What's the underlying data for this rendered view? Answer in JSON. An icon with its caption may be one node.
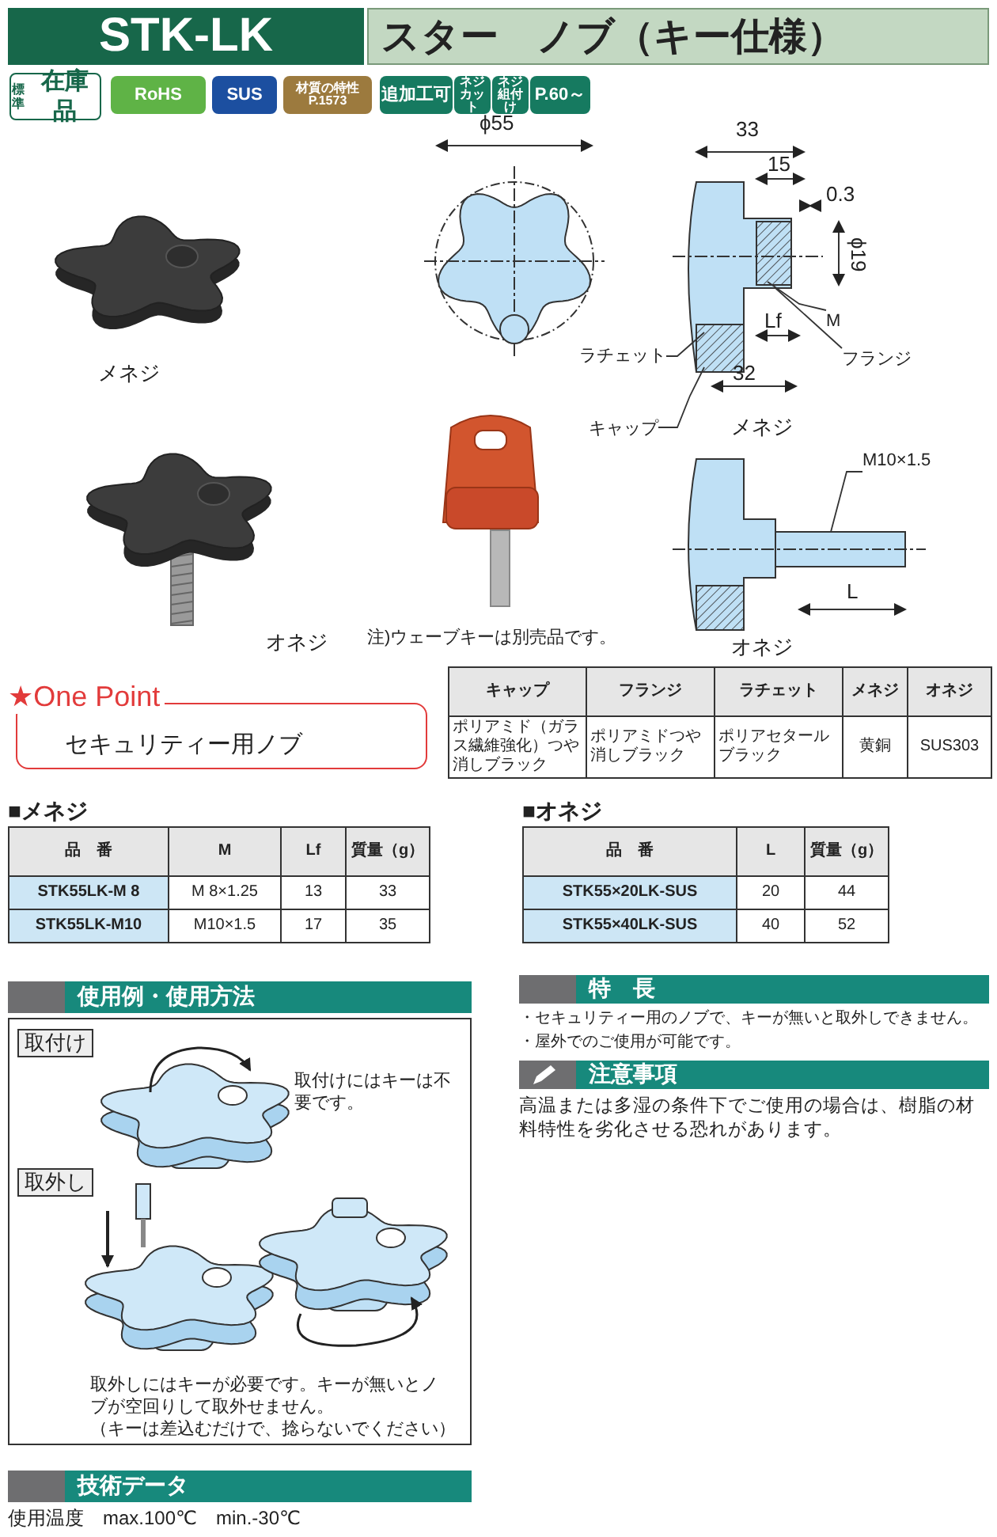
{
  "diagram": {
    "nodes": [
      {
        "text": [
          "STK-LK"
        ]
      },
      {
        "text": [
          "スター　ノブ（キー仕様）"
        ]
      },
      {
        "text": [
          "標準",
          "在庫品"
        ]
      },
      {
        "text": [
          "RoHS"
        ]
      },
      {
        "text": [
          "SUS"
        ]
      },
      {
        "text": [
          "材質の特性",
          "P.1573"
        ]
      },
      {
        "text": [
          "追加工可"
        ]
      },
      {
        "text": [
          "ネジカット"
        ]
      },
      {
        "text": [
          "ネジ組付け"
        ]
      },
      {
        "text": [
          "P.60～"
        ]
      },
      {
        "text": [
          "ラチェット"
        ]
      },
      {
        "text": [
          "キャップ"
        ]
      },
      {
        "text": [
          "M"
        ]
      },
      {
        "text": [
          "フランジ"
        ]
      },
      {
        "text": [
          "M10×1.5"
        ]
      },
      {
        "text": [
          "★One Point",
          "セキュリティー用ノブ"
        ]
      },
      {
        "text": [
          "使用例・使用方法"
        ]
      },
      {
        "text": [],
        "shape": "box"
      },
      {
        "text": [
          "取付け"
        ],
        "in": 17
      },
      {
        "text": [
          "取外し"
        ],
        "in": 17
      },
      {
        "text": [
          "特　長"
        ]
      },
      {
        "text": [
          "注意事項"
        ]
      },
      {
        "text": [
          "技術データ"
        ]
      }
    ],
    "edges": [
      {
        "from": 10,
        "to": null,
        "arrow": "none"
      },
      {
        "from": 11,
        "to": null,
        "arrow": "none"
      },
      {
        "from": 12,
        "to": null,
        "arrow": "none"
      },
      {
        "from": 13,
        "to": null,
        "arrow": "none"
      },
      {
        "from": 14,
        "to": null,
        "arrow": "none"
      }
    ],
    "labels": [
      "ϕ55",
      "33",
      "15",
      "0.3",
      "ϕ19",
      "Lf",
      "メネジ",
      "32",
      "メネジ",
      "L",
      "オネジ",
      "注)ウェーブキーは別売品です。",
      "オネジ",
      "キャップ",
      "フランジ",
      "ラチェット",
      "メネジ",
      "オネジ",
      "ポリアミド（ガラス繊維強化）つや消しブラック",
      "ポリアミドつや消しブラック",
      "ポリアセタールブラック",
      "黄銅",
      "SUS303",
      "■メネジ",
      "品　番",
      "M",
      "Lf",
      "質量（g）",
      "STK55LK-M 8",
      "M 8×1.25",
      "13",
      "33",
      "STK55LK-M10",
      "M10×1.5",
      "17",
      "35",
      "■オネジ",
      "品　番",
      "L",
      "質量（g）",
      "STK55×20LK-SUS",
      "20",
      "44",
      "STK55×40LK-SUS",
      "40",
      "52",
      "・セキュリティー用のノブで、キーが無いと取外しできません。",
      "・屋外でのご使用が可能です。",
      "高温または多湿の条件下でご使用の場合は、樹脂の材料特性を劣化させる恐れがあります。",
      "使用温度　max.100℃　min.-30℃",
      "取付けにはキーは不要です。",
      "取外しにはキーが必要です。キーが無いとノブが空回りして取外せません。",
      "（キーは差込むだけで、捻らないでください）"
    ]
  }
}
